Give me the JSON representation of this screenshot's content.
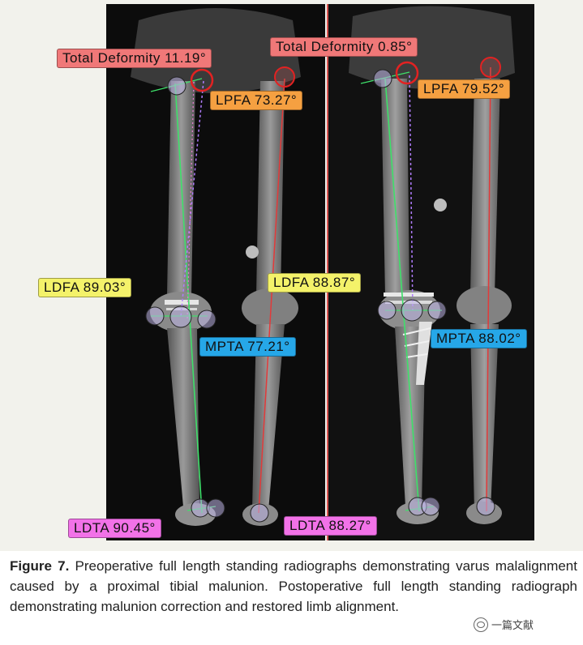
{
  "figure": {
    "labels": {
      "total_deformity_left": "Total Deformity 11.19°",
      "total_deformity_right": "Total Deformity 0.85°",
      "lpfa_left": "LPFA 73.27°",
      "lpfa_right": "LPFA 79.52°",
      "ldfa_left": "LDFA 89.03°",
      "ldfa_right": "LDFA 88.87°",
      "mpta_left": "MPTA 77.21°",
      "mpta_right": "MPTA 88.02°",
      "ldta_left": "LDTA 90.45°",
      "ldta_right": "LDTA 88.27°"
    },
    "colors": {
      "red_label": "#f07878",
      "orange_label": "#f5a041",
      "yellow_label": "#f4f26a",
      "blue_label": "#26a7e8",
      "pink_label": "#f272e8",
      "mechanical_axis_green": "#3ee06a",
      "anatomic_axis_violet": "#b07cff",
      "contralateral_axis_red": "#e23a3a"
    }
  },
  "caption": {
    "label": "Figure 7.",
    "text": " Preoperative full length standing radiographs demonstrating varus malalignment caused by a proximal tibial malunion. Postoperative full length standing radiograph demonstrating malunion correction and restored limb alignment."
  },
  "watermark": {
    "text": "一篇文献"
  }
}
